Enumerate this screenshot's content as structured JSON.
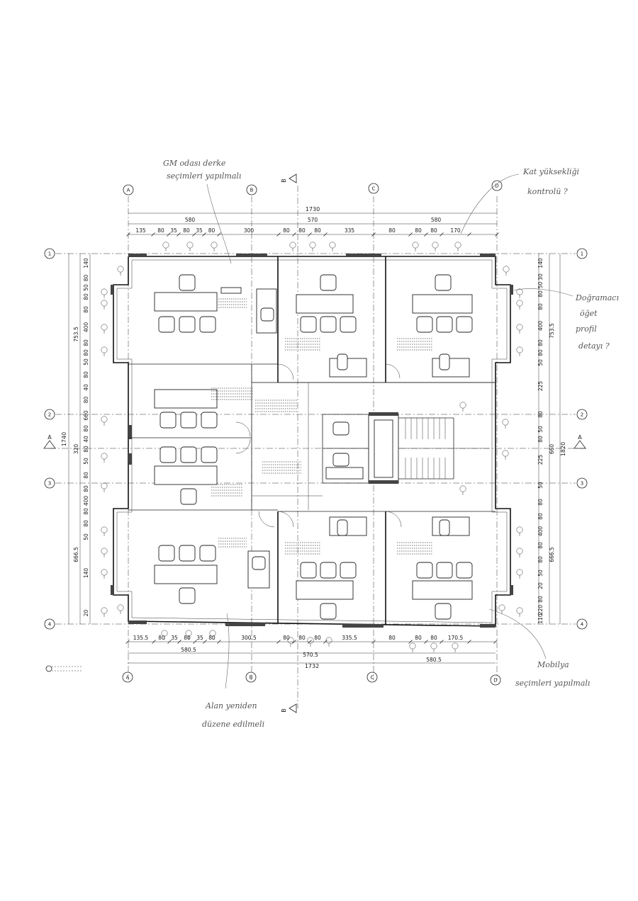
{
  "grid_axes": {
    "columns": [
      "A",
      "B",
      "C",
      "D"
    ],
    "rows": [
      "1",
      "2",
      "3",
      "4"
    ]
  },
  "section_marks": {
    "label": "A",
    "vertical": "B"
  },
  "dimensions": {
    "top_total": "1730",
    "top_tier2": [
      "580",
      "570",
      "580"
    ],
    "top_tier3": [
      "135",
      "80",
      "35",
      "80",
      "35",
      "80",
      "300",
      "80",
      "80",
      "80",
      "335",
      "80",
      "80",
      "80",
      "170"
    ],
    "bottom_tier3": [
      "135.5",
      "80",
      "35",
      "80",
      "35",
      "80",
      "300.5",
      "80",
      "80",
      "80",
      "335.5",
      "80",
      "80",
      "80",
      "170.5"
    ],
    "bottom_tier2": [
      "580.5",
      "570.5",
      "580.5"
    ],
    "bottom_total": "1732",
    "left_total": "1740",
    "left_tier2": [
      "753.5",
      "320",
      "666.5"
    ],
    "left_tier3": [
      "140",
      "80",
      "50",
      "80",
      "80",
      "400",
      "80",
      "80",
      "50",
      "80",
      "40",
      "80",
      "660",
      "80",
      "40",
      "80",
      "50",
      "80",
      "80",
      "400",
      "80",
      "80",
      "50",
      "140",
      "20"
    ],
    "right_total": "1820",
    "right_tier2": [
      "753.5",
      "660",
      "666.5"
    ],
    "right_tier3": [
      "140",
      "30",
      "50",
      "80",
      "80",
      "400",
      "80",
      "80",
      "50",
      "225",
      "80",
      "50",
      "80",
      "225",
      "50",
      "80",
      "80",
      "400",
      "80",
      "80",
      "50",
      "20",
      "80",
      "220",
      "110"
    ]
  },
  "annotations": {
    "gm_note": [
      "GM odası derke",
      "seçimleri yapılmalı"
    ],
    "height_note": [
      "Kat yüksekliği",
      "kontrolü ?"
    ],
    "dograma_note": [
      "Doğramacı",
      "öğet",
      "profil",
      "detayı ?"
    ],
    "mobilya_note": [
      "Mobilya",
      "seçimleri yapılmalı"
    ],
    "alan_note": [
      "Alan yeniden",
      "düzene edilmeli"
    ]
  }
}
